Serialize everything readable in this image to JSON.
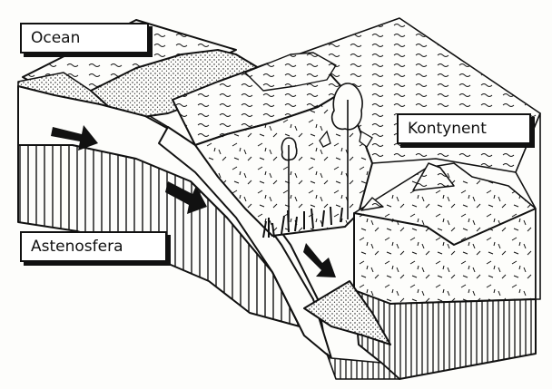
{
  "labels": {
    "ocean": "Ocean",
    "continent": "Kontynent",
    "asthenosphere": "Astenosfera"
  },
  "colors": {
    "ink": "#111111",
    "paper": "#fdfdfb"
  }
}
